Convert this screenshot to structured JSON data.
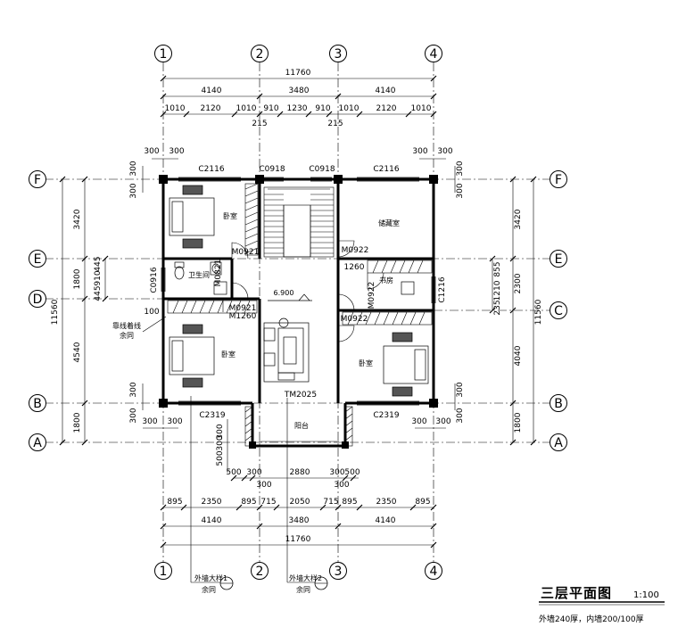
{
  "title": {
    "main": "三层平面图",
    "scale": "1:100",
    "note": "外墙240厚，内墙200/100厚"
  },
  "axes": {
    "columns": [
      "1",
      "2",
      "3",
      "4"
    ],
    "rows": [
      "F",
      "E",
      "D",
      "C",
      "B",
      "A"
    ]
  },
  "dimensions": {
    "top_total": "11760",
    "top_bays": [
      "4140",
      "3480",
      "4140"
    ],
    "top_details": [
      "1010",
      "2120",
      "1010",
      "910",
      "1230",
      "910",
      "1010",
      "2120",
      "1010"
    ],
    "top_small": [
      "215",
      "215"
    ],
    "corner_300": "300",
    "left_total": "11560",
    "left_bays": [
      "3420",
      "1800",
      "4540",
      "1800"
    ],
    "left_details": [
      "910",
      "445",
      "445"
    ],
    "left_label_100": "100",
    "right_total": "11560",
    "right_bays": [
      "3420",
      "2300",
      "4040",
      "1800"
    ],
    "right_details": [
      "855",
      "1210",
      "235"
    ],
    "balcony_dims": [
      "500",
      "300",
      "2880",
      "300",
      "500"
    ],
    "balcony_small": [
      "300",
      "300"
    ],
    "balcony_vertical": [
      "300",
      "500",
      "300"
    ],
    "bottom_details": [
      "895",
      "2350",
      "895",
      "715",
      "2050",
      "715",
      "895",
      "2350",
      "895"
    ],
    "bottom_bays": [
      "4140",
      "3480",
      "4140"
    ],
    "bottom_total": "11760"
  },
  "openings": {
    "c2116_left": "C2116",
    "c0918_left": "C0918",
    "c0918_right": "C0918",
    "c2116_right": "C2116",
    "m0921_a": "M0921",
    "m0922_a": "M0922",
    "m0821": "M0821",
    "c0916": "C0916",
    "m0921_b": "M0921",
    "m1260_left": "M1260",
    "m1260_right": "1260",
    "m0922_b": "M0922",
    "m0922_c": "M0922",
    "c1216": "C1216",
    "tm2025": "TM2025",
    "c2319_left": "C2319",
    "c2319_right": "C2319"
  },
  "rooms": {
    "bedroom_nw": "卧室",
    "storage": "储藏室",
    "bathroom": "卫生间",
    "study": "书房",
    "bedroom_sw": "卧室",
    "bedroom_se": "卧室",
    "balcony": "阳台",
    "elevation": "6.900"
  },
  "notes": {
    "side_note_1": "靠线着线",
    "side_note_2": "余同",
    "detail1_label": "外墙大样1",
    "detail1_sub": "余同",
    "detail2_label": "外墙大样2",
    "detail2_sub": "余同"
  }
}
